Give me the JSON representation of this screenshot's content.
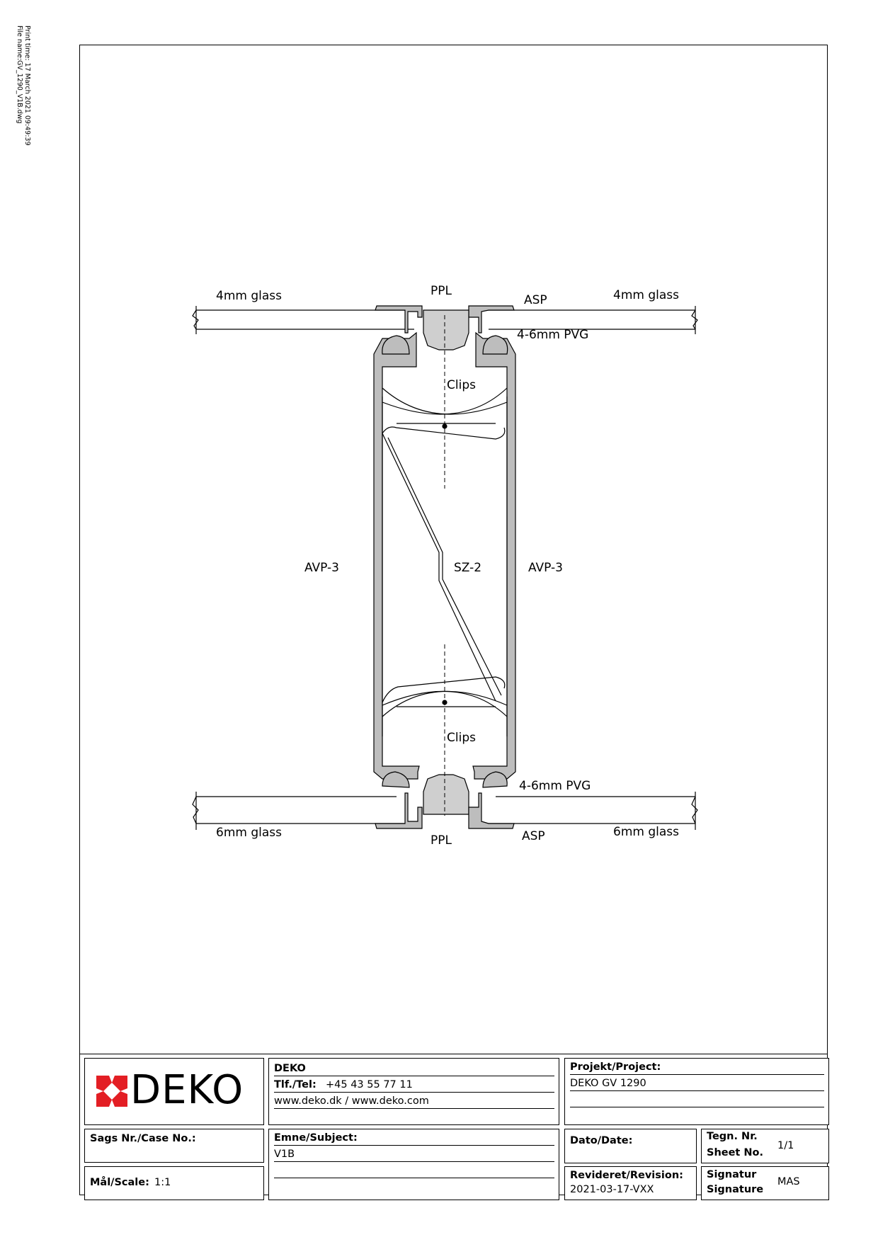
{
  "print_info": {
    "print_time": "Print time: 17 March 2021 09:49:39",
    "file_name": "File name:GV_1290_V1B.dwg"
  },
  "labels": {
    "glass_top_left": "4mm glass",
    "glass_top_right": "4mm glass",
    "ppl_top": "PPL",
    "asp_top": "ASP",
    "pvg_top": "4-6mm PVG",
    "clips_top": "Clips",
    "avp_left": "AVP-3",
    "sz": "SZ-2",
    "avp_right": "AVP-3",
    "clips_bottom": "Clips",
    "pvg_bottom": "4-6mm PVG",
    "glass_bottom_left": "6mm glass",
    "glass_bottom_right": "6mm glass",
    "ppl_bottom": "PPL",
    "asp_bottom": "ASP"
  },
  "title_block": {
    "company": {
      "logo_text": "DEKO",
      "name": "DEKO",
      "tel_label": "Tlf./Tel:",
      "tel_value": "+45 43 55 77 11",
      "web": "www.deko.dk / www.deko.com"
    },
    "project": {
      "label": "Projekt/Project:",
      "value": "DEKO GV 1290"
    },
    "case": {
      "label": "Sags Nr./Case No.:",
      "value": ""
    },
    "subject": {
      "label": "Emne/Subject:",
      "value": "V1B"
    },
    "date": {
      "label": "Dato/Date:",
      "value": ""
    },
    "sheet": {
      "label1": "Tegn. Nr.",
      "label2": "Sheet No.",
      "value": "1/1"
    },
    "scale": {
      "label": "Mål/Scale:",
      "value": "1:1"
    },
    "revision": {
      "label": "Revideret/Revision:",
      "value": "2021-03-17-VXX"
    },
    "signature": {
      "label1": "Signatur",
      "label2": "Signature",
      "value": "MAS"
    }
  },
  "colors": {
    "profile_fill": "#bdbdbd",
    "logo_red": "#e31e24",
    "line": "#000000"
  }
}
